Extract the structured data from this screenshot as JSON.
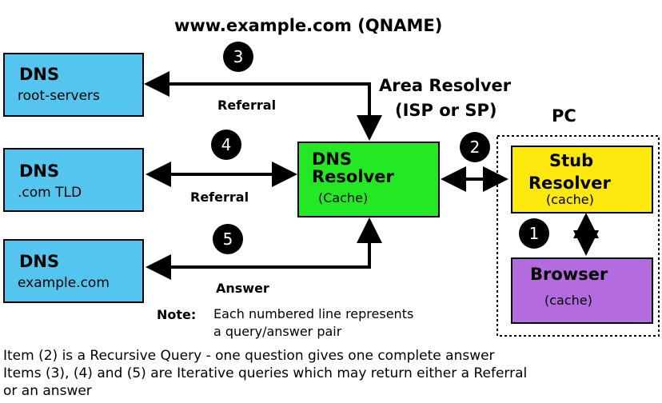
{
  "title": "www.example.com (QNAME)",
  "area_resolver": {
    "line1": "Area Resolver",
    "line2": "(ISP or SP)"
  },
  "pc_label": "PC",
  "servers": [
    {
      "name": "DNS",
      "sub": "root-servers"
    },
    {
      "name": "DNS",
      "sub": ".com TLD"
    },
    {
      "name": "DNS",
      "sub": "example.com"
    }
  ],
  "resolver": {
    "line1": "DNS",
    "line2": "Resolver",
    "sub": "(Cache)"
  },
  "stub": {
    "line1": "Stub",
    "line2": "Resolver",
    "sub": "(cache)"
  },
  "browser": {
    "line1": "Browser",
    "sub": "(cache)"
  },
  "steps": [
    "1",
    "2",
    "3",
    "4",
    "5"
  ],
  "labels": {
    "referral_1": "Referral",
    "referral_2": "Referral",
    "answer": "Answer"
  },
  "note": {
    "title": "Note:",
    "line1": "Each numbered line represents",
    "line2": "a query/answer pair"
  },
  "footer": [
    "Item (2) is a Recursive Query - one question gives one complete answer",
    "Items (3), (4) and (5) are Iterative queries which may return either a Referral",
    "or an answer"
  ],
  "colors": {
    "server": "#54c5ef",
    "resolver": "#23e823",
    "stub": "#fde80e",
    "browser": "#b56be0"
  }
}
